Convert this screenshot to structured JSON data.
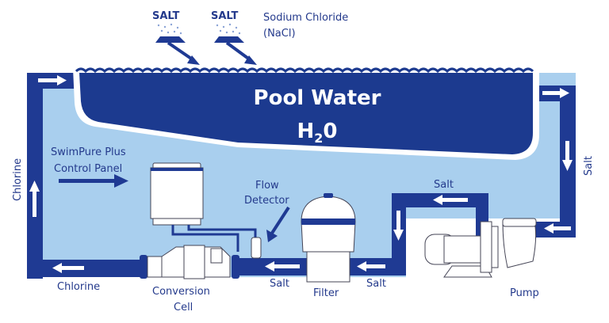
{
  "colors": {
    "pipe": "#1f3a93",
    "pool": "#1c3a8f",
    "loop_fill": "#a9cfee",
    "label": "#243a8c",
    "white": "#ffffff"
  },
  "salt_bags": [
    {
      "label": "SALT"
    },
    {
      "label": "SALT"
    }
  ],
  "salt_caption": {
    "line1": "Sodium Chloride",
    "line2": "(NaCl)"
  },
  "pool": {
    "title": "Pool Water",
    "formula_main": "H",
    "formula_sub": "2",
    "formula_end": "0"
  },
  "labels": {
    "control_panel_line1": "SwimPure Plus",
    "control_panel_line2": "Control Panel",
    "flow_detector_line1": "Flow",
    "flow_detector_line2": "Detector",
    "chlorine_left": "Chlorine",
    "chlorine_bottom": "Chlorine",
    "conversion_cell_line1": "Conversion",
    "conversion_cell_line2": "Cell",
    "salt_cell": "Salt",
    "filter": "Filter",
    "salt_filter": "Salt",
    "salt_top": "Salt",
    "pump": "Pump",
    "salt_right": "Salt"
  }
}
